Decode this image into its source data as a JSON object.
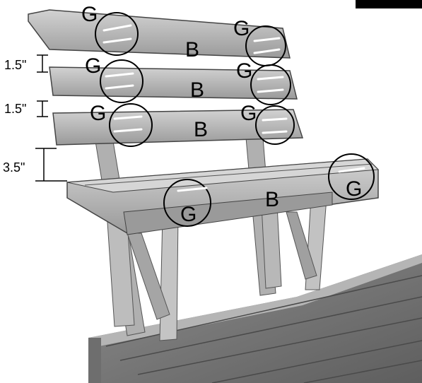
{
  "dimensions": [
    "1.5\"",
    "1.5\"",
    "3.5\""
  ],
  "labels": {
    "board": "B",
    "screw": "G"
  },
  "colors": {
    "wood_light": "#c9c9c9",
    "wood_mid": "#a8a8a8",
    "wood_dark": "#7a7a7a",
    "line": "#000000",
    "black_box": "#000000"
  }
}
